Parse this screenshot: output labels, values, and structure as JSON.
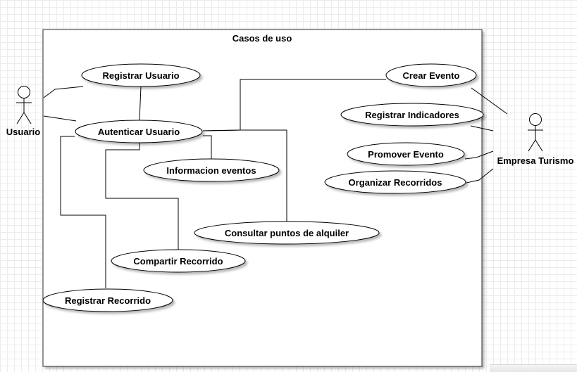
{
  "system": {
    "title": "Casos de uso"
  },
  "actors": {
    "usuario": {
      "label": "Usuario"
    },
    "empresa": {
      "label": "Empresa Turismo"
    }
  },
  "use_cases": {
    "registrar_usuario": "Registrar Usuario",
    "autenticar_usuario": "Autenticar Usuario",
    "informacion_eventos": "Informacion eventos",
    "consultar_puntos": "Consultar puntos de alquiler",
    "compartir_recorrido": "Compartir Recorrido",
    "registrar_recorrido": "Registrar Recorrido",
    "crear_evento": "Crear Evento",
    "registrar_indicadores": "Registrar Indicadores",
    "promover_evento": "Promover Evento",
    "organizar_recorridos": "Organizar Recorridos"
  }
}
